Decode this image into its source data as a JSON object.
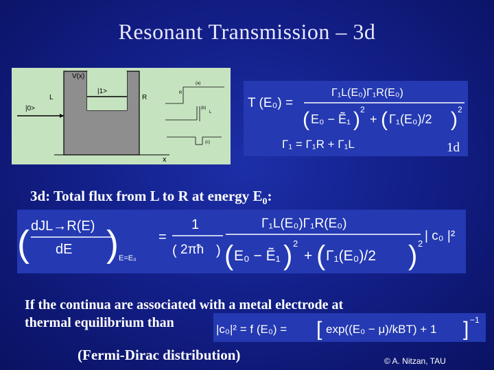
{
  "slide": {
    "title": "Resonant Transmission – 3d",
    "label_1d": "1d",
    "flux_heading_prefix": "3d: Total flux from L to R at energy E",
    "flux_heading_sub": "0",
    "flux_heading_suffix": ":",
    "continua_line1": "If the continua are associated with a metal electrode at",
    "continua_line2": "thermal equilibrium than",
    "fermi_dirac_label": "(Fermi-Dirac distribution)",
    "copyright": "© A. Nitzan, TAU"
  },
  "diagram": {
    "vx_label": "V(x)",
    "state1_label": "|1>",
    "state0_label": "|0>",
    "left_label": "L",
    "right_label": "R",
    "x_label": "x",
    "inset_a": "(a)",
    "inset_b": "(b)",
    "inset_c": "(c)",
    "inset_R": "R",
    "inset_L": "L",
    "colors": {
      "background": "#c6e3c0",
      "barrier": "#8e8e8e",
      "line": "#000000"
    }
  },
  "equations": {
    "transmission": {
      "lhs": "T (E₀) =",
      "numerator": "Γ₁L(E₀)Γ₁R(E₀)",
      "den_left": "E₀ − Ẽ₁",
      "den_right": "Γ₁(E₀)/2",
      "power": "2",
      "gamma_sum": "Γ₁ = Γ₁R + Γ₁L"
    },
    "flux": {
      "lhs_num": "dJL→R(E)",
      "lhs_den": "dE",
      "lhs_eval": "E=E₀",
      "prefactor_num": "1",
      "prefactor_den": "2πħ",
      "numerator": "Γ₁L(E₀)Γ₁R(E₀)",
      "den_left": "E₀ − Ẽ₁",
      "den_right": "Γ₁(E₀)/2",
      "power": "2",
      "tail": "| c₀ |²"
    },
    "fermi": {
      "lhs": "|c₀|² = f (E₀) =",
      "bracket_content": "exp((E₀ − μ)/kBT) + 1",
      "power": "−1"
    }
  },
  "colors": {
    "slide_bg": "#13208a",
    "panel_bg": "#2439b2",
    "text": "#ffffff"
  }
}
